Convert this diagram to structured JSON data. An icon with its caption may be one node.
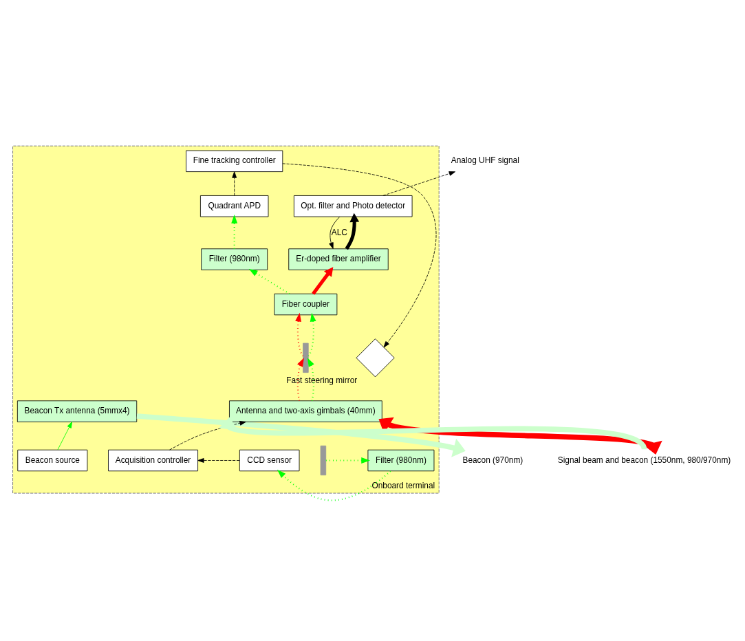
{
  "diagram": {
    "nodes": [
      {
        "text": [
          "Onboard terminal"
        ]
      },
      {
        "text": [
          "Quadrant APD"
        ],
        "in": 0
      },
      {
        "text": [
          "Fine tracking controller"
        ],
        "in": 0
      },
      {
        "text": [
          "Opt. filter and Photo detector"
        ],
        "in": 0
      },
      {
        "text": [
          "Filter (980nm)"
        ],
        "in": 0
      },
      {
        "text": [],
        "shape": "diamond",
        "beside": [
          "Fast steering mirror"
        ],
        "in": 0
      },
      {
        "text": [
          "Er-doped fiber amplifier"
        ],
        "in": 0
      },
      {
        "text": [
          "Fiber coupler"
        ],
        "in": 0
      },
      {
        "text": [],
        "shape": "bar",
        "in": 0
      },
      {
        "text": [],
        "shape": "bar",
        "in": 0
      },
      {
        "text": [
          "Filter (980nm)"
        ],
        "in": 0
      },
      {
        "text": [
          "CCD sensor"
        ],
        "in": 0
      },
      {
        "text": [
          "Beacon source"
        ],
        "in": 0
      },
      {
        "text": [
          "Beacon Tx antenna (5mmx4)"
        ],
        "in": 0
      },
      {
        "text": [
          "Antenna and two-axis gimbals (40mm)"
        ],
        "in": 0
      },
      {
        "text": [
          "Acquisition controller"
        ],
        "in": 0
      },
      {
        "text": [
          "Analog UHF signal"
        ]
      },
      {
        "text": [
          "Beacon (970nm)"
        ]
      },
      {
        "text": [
          "Signal beam and beacon (1550nm, 980/970nm)"
        ]
      }
    ],
    "edges": [
      {
        "from": 3,
        "to": 16,
        "arrow": "to",
        "style": "dashed"
      },
      {
        "from": 1,
        "to": 2,
        "arrow": "to",
        "style": "dashed"
      },
      {
        "from": 2,
        "to": 5,
        "arrow": "to",
        "style": "dashed"
      },
      {
        "from": 4,
        "to": 1,
        "arrow": "to",
        "style": "dashed",
        "color": "#00ff00"
      },
      {
        "from": 7,
        "to": 4,
        "arrow": "to",
        "style": "dashed",
        "color": "#00ff00"
      },
      {
        "from": 6,
        "to": 3,
        "arrow": "to",
        "style": "thick"
      },
      {
        "from": 3,
        "to": 6,
        "arrow": "to",
        "label": "ALC"
      },
      {
        "from": 7,
        "to": 6,
        "arrow": "to",
        "style": "thick",
        "color": "#ff0000"
      },
      {
        "from": 8,
        "to": 7,
        "arrow": "to",
        "style": "dashed",
        "color": "#ff0000"
      },
      {
        "from": 8,
        "to": 7,
        "arrow": "to",
        "style": "dashed",
        "color": "#00ff00"
      },
      {
        "from": 14,
        "to": 8,
        "arrow": "to",
        "style": "dashed",
        "color": "#ff0000"
      },
      {
        "from": 14,
        "to": 8,
        "arrow": "to",
        "style": "dashed",
        "color": "#00ff00"
      },
      {
        "from": 9,
        "to": 10,
        "arrow": "to",
        "style": "dashed",
        "color": "#00ff00"
      },
      {
        "from": 10,
        "to": 11,
        "arrow": "to",
        "style": "dashed",
        "color": "#00ff00"
      },
      {
        "from": 11,
        "to": 15,
        "arrow": "to",
        "style": "dashed"
      },
      {
        "from": 15,
        "to": 14,
        "arrow": "to",
        "style": "dashed"
      },
      {
        "from": 12,
        "to": 13,
        "arrow": "to",
        "color": "#00ff00"
      },
      {
        "from": 13,
        "to": 17,
        "arrow": "to",
        "style": "thick",
        "color": "#ccffcc"
      },
      {
        "from": 18,
        "to": 14,
        "arrow": "to",
        "style": "thick",
        "color": "#ccffcc"
      },
      {
        "from": 14,
        "to": 18,
        "arrow": "both",
        "style": "thick",
        "color": "#ff0000"
      }
    ]
  }
}
